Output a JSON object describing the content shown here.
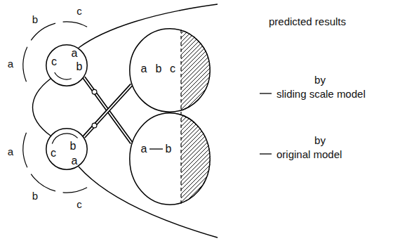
{
  "diagram": {
    "nodes": [
      {
        "text": [
          "c",
          "a",
          "b"
        ]
      },
      {
        "text": [
          "c",
          "b",
          "a"
        ]
      },
      {
        "text": [
          "a",
          "b",
          "c"
        ]
      },
      {
        "text": [
          "a",
          "b"
        ]
      }
    ],
    "edges": [
      {
        "from": 0,
        "to": 3,
        "arrow": "none"
      },
      {
        "from": 1,
        "to": 2,
        "arrow": "none"
      }
    ],
    "labels": [
      "predicted results",
      "by",
      "sliding scale model",
      "by",
      "original model",
      "a",
      "b",
      "c",
      "a",
      "b",
      "c"
    ]
  }
}
